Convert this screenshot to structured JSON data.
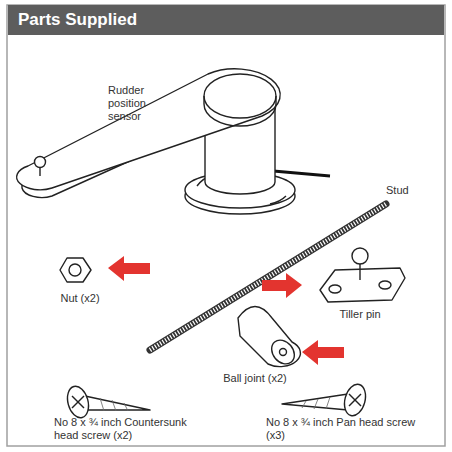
{
  "diagram": {
    "title": "Parts Supplied",
    "labels": [
      "Rudder position sensor",
      "Stud",
      "Nut (x2)",
      "Tiller pin",
      "Ball joint (x2)",
      "No 8 x ¾ inch Countersunk head screw (x2)",
      "No 8 x ¾ inch Pan head screw (x3)"
    ]
  }
}
